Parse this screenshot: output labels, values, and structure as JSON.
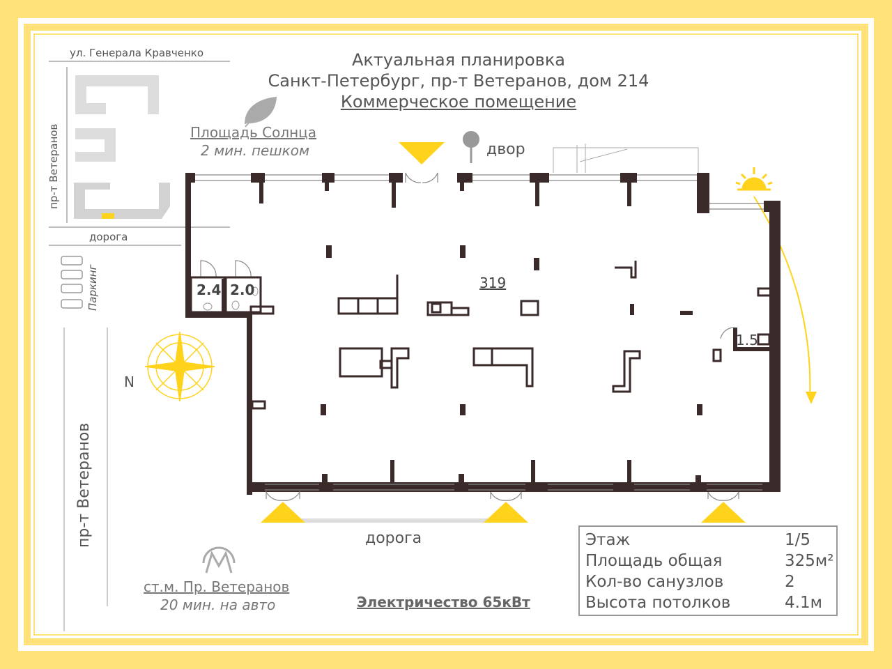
{
  "header": {
    "line1": "Актуальная планировка",
    "line2": "Санкт-Петербург, пр-т Ветеранов, дом 214",
    "line3": "Коммерческое помещение"
  },
  "map": {
    "street_top": "ул. Генерала Кравченко",
    "street_left_small": "пр-т Ветеранов",
    "road_small": "дорога",
    "parking": "Паркинг",
    "north": "N",
    "street_left_big": "пр-т Ветеранов",
    "road_big": "дорога",
    "yard": "двор"
  },
  "poi": {
    "park_name": "Площадь Солнца",
    "park_time": "2 мин. пешком",
    "metro_name": "ст.м. Пр. Ветеранов",
    "metro_time": "20 мин. на авто"
  },
  "rooms": {
    "main": "319",
    "wc1": "2.4",
    "wc2": "2.0",
    "wc3": "1.5"
  },
  "electricity": "Электричество 65кВт",
  "info": {
    "rows": [
      {
        "label": "Этаж",
        "value": "1/5"
      },
      {
        "label": "Площадь общая",
        "value": "325м²"
      },
      {
        "label": "Кол-во санузлов",
        "value": "2"
      },
      {
        "label": "Высота потолков",
        "value": "4.1м"
      }
    ]
  },
  "colors": {
    "accent": "#ffd21c",
    "frame": "#ffe37a",
    "wall": "#3a2a2a",
    "text": "#555555"
  }
}
